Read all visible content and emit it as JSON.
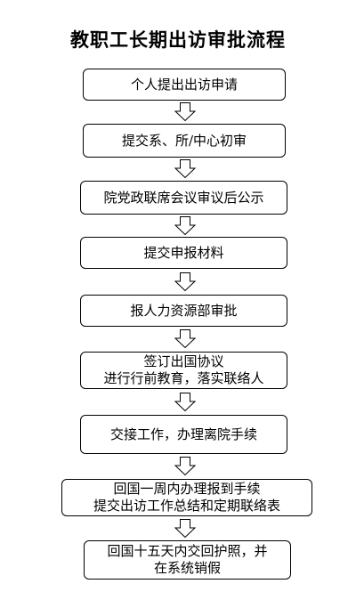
{
  "title": "教职工长期出访审批流程",
  "steps": [
    {
      "lines": [
        "个人提出出访申请"
      ]
    },
    {
      "lines": [
        "提交系、所/中心初审"
      ]
    },
    {
      "lines": [
        "院党政联席会议审议后公示"
      ]
    },
    {
      "lines": [
        "提交申报材料"
      ]
    },
    {
      "lines": [
        "报人力资源部审批"
      ]
    },
    {
      "lines": [
        "签订出国协议",
        "进行行前教育，落实联络人"
      ]
    },
    {
      "lines": [
        "交接工作，办理离院手续"
      ]
    },
    {
      "lines": [
        "回国一周内办理报到手续",
        "提交出访工作总结和定期联络表"
      ]
    },
    {
      "lines": [
        "回国十五天内交回护照，并",
        "在系统销假"
      ]
    }
  ]
}
